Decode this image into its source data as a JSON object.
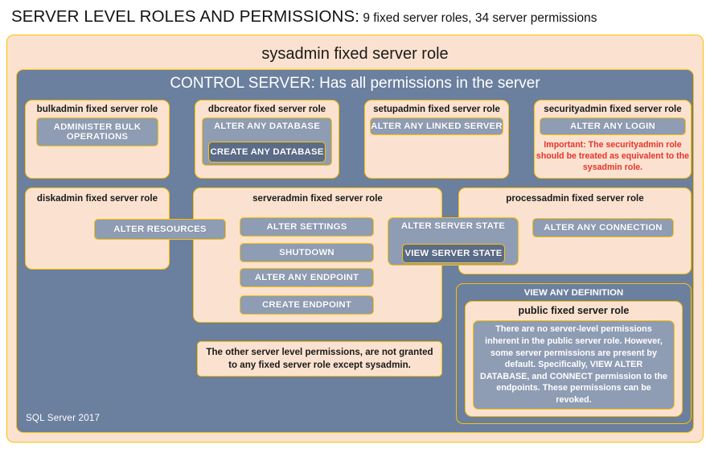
{
  "title": {
    "main": "SERVER LEVEL ROLES AND PERMISSIONS:",
    "sub": " 9 fixed server roles, 34 server permissions"
  },
  "sysadmin": {
    "label": "sysadmin fixed server role"
  },
  "control_server": {
    "label": "CONTROL SERVER: Has all permissions in the server"
  },
  "roles": {
    "bulkadmin": {
      "label": "bulkadmin fixed server role",
      "permissions": [
        "ADMINISTER  BULK OPERATIONS"
      ]
    },
    "dbcreator": {
      "label": "dbcreator fixed server role",
      "permissions": [
        "ALTER ANY DATABASE",
        "CREATE  ANY DATABASE"
      ]
    },
    "setupadmin": {
      "label": "setupadmin fixed server role",
      "permissions": [
        "ALTER ANY LINKED SERVER"
      ]
    },
    "securityadmin": {
      "label": "securityadmin fixed server role",
      "permissions": [
        "ALTER ANY LOGIN"
      ],
      "note": "Important:  The securityadmin role should  be treated as equivalent to the  sysadmin role."
    },
    "diskadmin": {
      "label": "diskadmin fixed server role",
      "permissions": [
        "ALTER RESOURCES"
      ]
    },
    "serveradmin": {
      "label": "serveradmin fixed server role",
      "permissions": [
        "ALTER SETTINGS",
        "SHUTDOWN",
        "ALTER ANY ENDPOINT",
        "CREATE  ENDPOINT",
        "ALTER SERVER  STATE",
        "VIEW SERVER  STATE"
      ]
    },
    "processadmin": {
      "label": "processadmin fixed server role",
      "permissions": [
        "ALTER ANY CONNECTION"
      ]
    },
    "public": {
      "view_any_definition": "VIEW ANY DEFINITION",
      "label": "public  fixed server role",
      "description": "There are no server-level permissions inherent in the public server role. However, some server permissions are present by default. Specifically, VIEW ALTER DATABASE, and CONNECT permission to the endpoints. These permissions can be revoked."
    }
  },
  "other_note": "The other server level permissions,  are not granted to any fixed server role except sysadmin.",
  "footer": "SQL Server 2017",
  "colors": {
    "gold_border": "#ffc000",
    "cream_fill": "#fbe2d0",
    "slate_fill": "#6b7f9e",
    "permission_fill": "#8e9cb4",
    "permission_dark_fill": "#5b6c88",
    "warning_red": "#e8322a"
  }
}
